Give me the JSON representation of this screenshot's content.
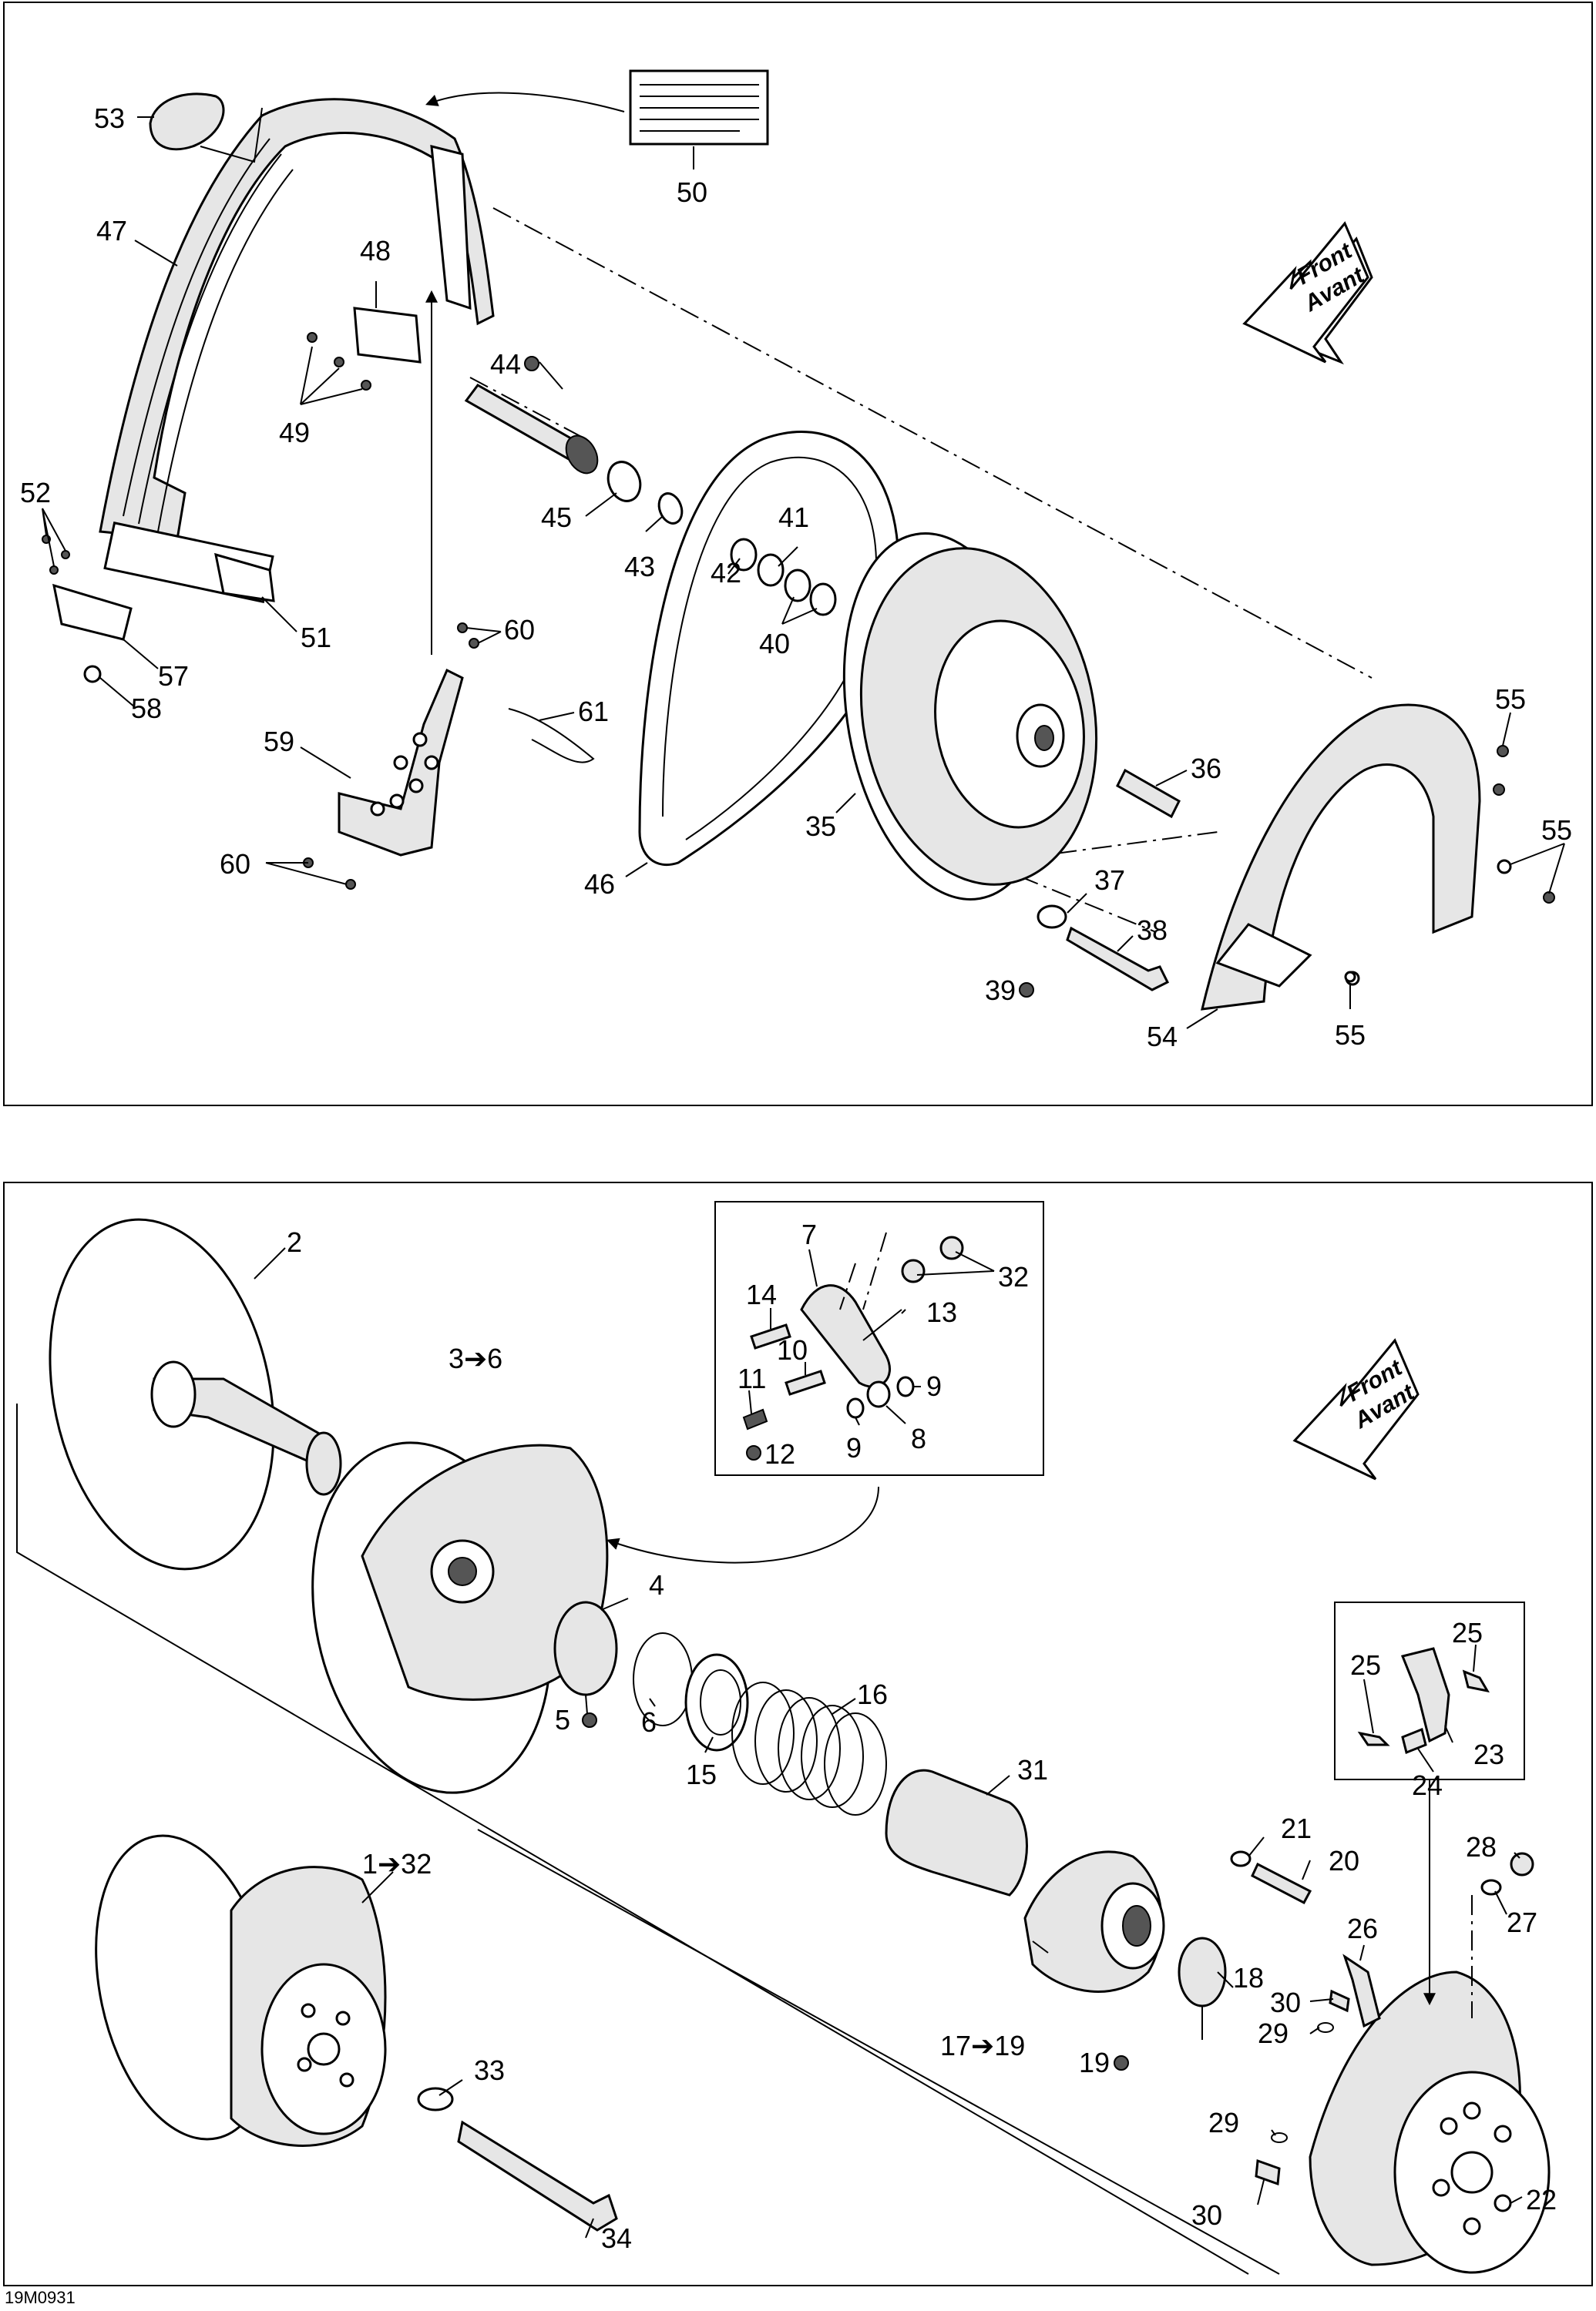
{
  "top_panel": {
    "direction_arrow": {
      "line1": "Front",
      "line2": "Avant"
    },
    "callouts": [
      {
        "id": "c53",
        "text": "53"
      },
      {
        "id": "c47",
        "text": "47"
      },
      {
        "id": "c48",
        "text": "48"
      },
      {
        "id": "c49",
        "text": "49"
      },
      {
        "id": "c50",
        "text": "50"
      },
      {
        "id": "c44",
        "text": "44"
      },
      {
        "id": "c45",
        "text": "45"
      },
      {
        "id": "c43",
        "text": "43"
      },
      {
        "id": "c41",
        "text": "41"
      },
      {
        "id": "c42",
        "text": "42"
      },
      {
        "id": "c40",
        "text": "40"
      },
      {
        "id": "c52",
        "text": "52"
      },
      {
        "id": "c51",
        "text": "51"
      },
      {
        "id": "c57",
        "text": "57"
      },
      {
        "id": "c58",
        "text": "58"
      },
      {
        "id": "c60a",
        "text": "60"
      },
      {
        "id": "c61",
        "text": "61"
      },
      {
        "id": "c59",
        "text": "59"
      },
      {
        "id": "c60b",
        "text": "60"
      },
      {
        "id": "c35",
        "text": "35"
      },
      {
        "id": "c46",
        "text": "46"
      },
      {
        "id": "c36",
        "text": "36"
      },
      {
        "id": "c37",
        "text": "37"
      },
      {
        "id": "c38",
        "text": "38"
      },
      {
        "id": "c39",
        "text": "39"
      },
      {
        "id": "c55a",
        "text": "55"
      },
      {
        "id": "c55b",
        "text": "55"
      },
      {
        "id": "c55c",
        "text": "55"
      },
      {
        "id": "c54",
        "text": "54"
      }
    ]
  },
  "bottom_panel": {
    "direction_arrow": {
      "line1": "Front",
      "line2": "Avant"
    },
    "callouts": [
      {
        "id": "b2",
        "text": "2"
      },
      {
        "id": "b3to6",
        "text": "3➔6"
      },
      {
        "id": "b7",
        "text": "7"
      },
      {
        "id": "b32a",
        "text": "32"
      },
      {
        "id": "b14",
        "text": "14"
      },
      {
        "id": "b13",
        "text": "13"
      },
      {
        "id": "b10",
        "text": "10"
      },
      {
        "id": "b11",
        "text": "11"
      },
      {
        "id": "b9a",
        "text": "9"
      },
      {
        "id": "b12",
        "text": "12"
      },
      {
        "id": "b9b",
        "text": "9"
      },
      {
        "id": "b8",
        "text": "8"
      },
      {
        "id": "b4",
        "text": "4"
      },
      {
        "id": "b5",
        "text": "5"
      },
      {
        "id": "b6",
        "text": "6"
      },
      {
        "id": "b16",
        "text": "16"
      },
      {
        "id": "b15",
        "text": "15"
      },
      {
        "id": "b31",
        "text": "31"
      },
      {
        "id": "b1to32",
        "text": "1➔32"
      },
      {
        "id": "b21",
        "text": "21"
      },
      {
        "id": "b20",
        "text": "20"
      },
      {
        "id": "b25a",
        "text": "25"
      },
      {
        "id": "b25b",
        "text": "25"
      },
      {
        "id": "b23",
        "text": "23"
      },
      {
        "id": "b24",
        "text": "24"
      },
      {
        "id": "b28",
        "text": "28"
      },
      {
        "id": "b27",
        "text": "27"
      },
      {
        "id": "b26",
        "text": "26"
      },
      {
        "id": "b18",
        "text": "18"
      },
      {
        "id": "b30a",
        "text": "30"
      },
      {
        "id": "b29a",
        "text": "29"
      },
      {
        "id": "b17to19",
        "text": "17➔19"
      },
      {
        "id": "b19",
        "text": "19"
      },
      {
        "id": "b33",
        "text": "33"
      },
      {
        "id": "b34",
        "text": "34"
      },
      {
        "id": "b29b",
        "text": "29"
      },
      {
        "id": "b30b",
        "text": "30"
      },
      {
        "id": "b22",
        "text": "22"
      }
    ]
  },
  "footer": {
    "code": "19M0931"
  }
}
